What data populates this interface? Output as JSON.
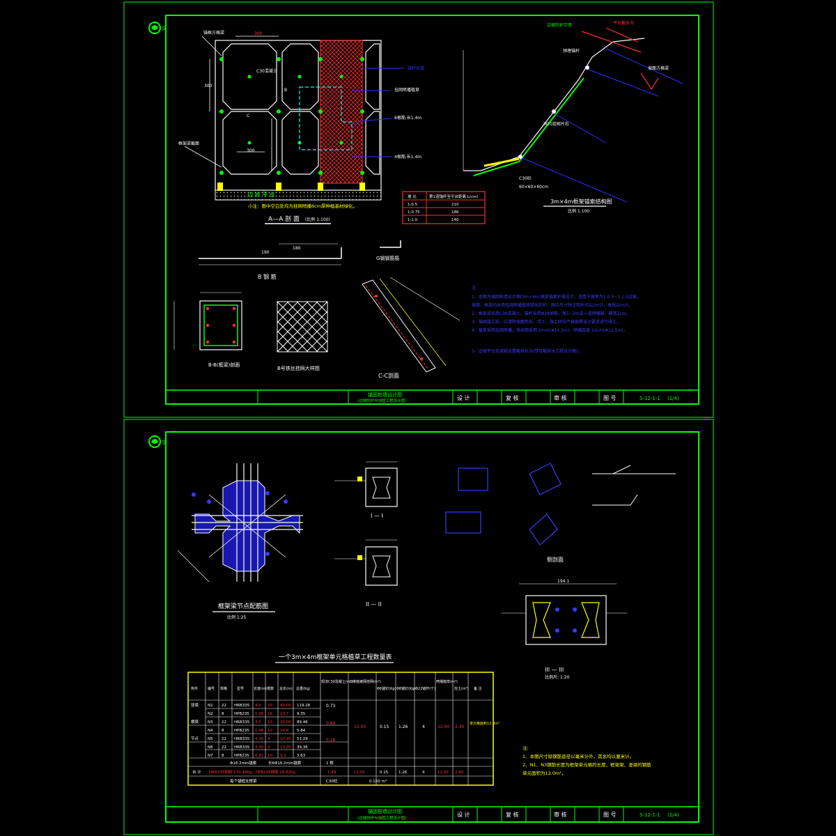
{
  "sheets": [
    {
      "title_line1": "锚固桩墙设计图",
      "title_line2": "(边坡防护与加固工程设计图)",
      "design_label": "设 计",
      "review_label": "复 核",
      "approve_label": "审 核",
      "drawing_no_label": "图 号",
      "drawing_no": "S-12-1-1",
      "page": "(1/4)"
    },
    {
      "title_line1": "锚固桩墙设计图",
      "title_line2": "(边坡防护与加固工程设计图)",
      "design_label": "设 计",
      "review_label": "复 核",
      "approve_label": "审 核",
      "drawing_no_label": "图 号",
      "drawing_no": "S-12-1-1",
      "page": "(2/4)"
    }
  ],
  "top": {
    "dims": [
      "300",
      "300",
      "300"
    ],
    "platform_label": "边 坡 平 台",
    "small_note": "小注：图中空白处均为挂网喷播6cm厚种植基材绿化。",
    "section_aa_title": "A—A 剖 面",
    "section_aa_scale": "(比例 1:100)",
    "b_rebar_title": "B 钢 筋",
    "b_rebar_dims": [
      "190",
      "180"
    ],
    "g_rebar_title": "G钢钢筋筋",
    "section_bb_title": "B-B(框梁)剖面",
    "mesh_title": "B号铁丝挂网大样图",
    "section_cc_title": "C-C剖面",
    "frame_title": "3m×4m框架锚索结构图",
    "frame_scale": "比例 1:100",
    "labels": {
      "l1": "锚框方格梁",
      "l2": "C30混凝土",
      "l3": "预埋锚杆",
      "l4": "框架梁截面",
      "l5": "挂网喷播植草",
      "l6": "6根筋,长1.4m",
      "l7": "4根筋,长1.4m",
      "l8": "锚杆长度",
      "l9": "坡面方格梁",
      "l10": "平台截水沟",
      "l11": "边坡防护示意",
      "l12": "M10浆砌片石",
      "l13": "C30砼",
      "l14": "60×60×60cm"
    },
    "table": {
      "headers": [
        "坡 比",
        "第1道锚杆至平台距离 L(cm)"
      ],
      "rows": [
        [
          "1:0.5",
          "210"
        ],
        [
          "1:0.75",
          "186"
        ],
        [
          "1:1.0",
          "140"
        ]
      ]
    },
    "notes": [
      "注:",
      "1、本图为锚固桩墙设计图(3m×4m)框架锚索护坡设计，适用于坡率为1:0.5~1:1.0边坡，",
      "坡面、框架内采用挂网喷播植草绿化防护，图中尺寸除注明外均以cm计，高程以m计。",
      "2、框架梁采用C30混凝土，锚杆采用Φ28钢筋，每1~2m设一道伸缩缝，缝宽2cm。",
      "3、锚固施工前，应清除坡面危石、浮土，施工时应严格按照设计要求进行施工。",
      "4、植草采用挂网喷播，铁丝网采用 2mm(#14.5m)，喷播厚度 10cm(#12.5m)。",
      "5、边坡平台及坡脚设置截排水沟(参见截排水工程设计图)。"
    ]
  },
  "bottom": {
    "node_title": "框架梁节点配筋图",
    "node_scale": "比例 1:25",
    "sec1_title": "I — I",
    "sec2_title": "II — II",
    "sec3_title": "III — III",
    "sec3_scale": "比例尺: 1:20",
    "side_title": "侧剖面",
    "dim_top": "194.1",
    "table_title": "一个3m×4m框架单元格植草工程数量表",
    "table_headers": [
      "构件",
      "编号",
      "规格",
      "型号",
      "长度(m)",
      "根数",
      "总长(m)",
      "总重(Kg)",
      "现浇C30混凝土(m³)",
      "三维植被网挂网(m²)",
      "Φ6锚钉(Kg)",
      "Φ8锚钉(Kg)",
      "Φ22锚杆(个)",
      "喷播植草(m²)",
      "挖土(m³)",
      "备 注"
    ],
    "table_rows": [
      [
        "竖梁",
        "N1",
        "22",
        "HRB335",
        "4.0",
        "10",
        "40.00",
        "119.28"
      ],
      [
        "",
        "N2",
        "8",
        "HPB235",
        "1.48",
        "16",
        "23.7",
        "9.35"
      ],
      [
        "横梁",
        "N3",
        "22",
        "HRB335",
        "3.0",
        "10",
        "30.00",
        "89.46"
      ],
      [
        "",
        "N4",
        "8",
        "HPB235",
        "1.48",
        "10",
        "14.8",
        "5.84"
      ],
      [
        "节点",
        "N5",
        "22",
        "HRB335",
        "4.30",
        "4",
        "17.20",
        "51.29"
      ],
      [
        "",
        "N6",
        "22",
        "HRB335",
        "3.30",
        "4",
        "13.20",
        "39.36"
      ],
      [
        "",
        "N7",
        "8",
        "HPB235",
        "0.92",
        "10",
        "9.2",
        "3.63"
      ]
    ],
    "concrete": [
      "0.73",
      "0.60",
      "0.18"
    ],
    "mesh_area": "12.00",
    "phi6": "0.15",
    "phi8": "1.26",
    "anchor_count": "4",
    "grass": "12.00",
    "soil": "2.40",
    "remark": "单元格面积12.0m²",
    "total_row": [
      "合 计",
      "HRB335钢筋 270.48Kg、HPB235钢筋 18.82Kg",
      "1.49",
      "12.00",
      "0.15",
      "1.26",
      "4",
      "12.00",
      "2.40"
    ],
    "summary1": "Φ16.2mm锚索",
    "summary1b": "长6Φ16.2mm锚索",
    "summary1c": "1 根",
    "summary2": "每个锚框支撑梁",
    "summary2b": "C30砼",
    "summary2c": "0.150 m³",
    "notes": [
      "注:",
      "1、本图尺寸除钢筋直径以毫米计外，其余均以厘米计。",
      "2、N1、N3钢筋长度为框架单元格的长度，框架梁、竖梁的钢筋",
      "单元面积为12.0m²。"
    ]
  }
}
